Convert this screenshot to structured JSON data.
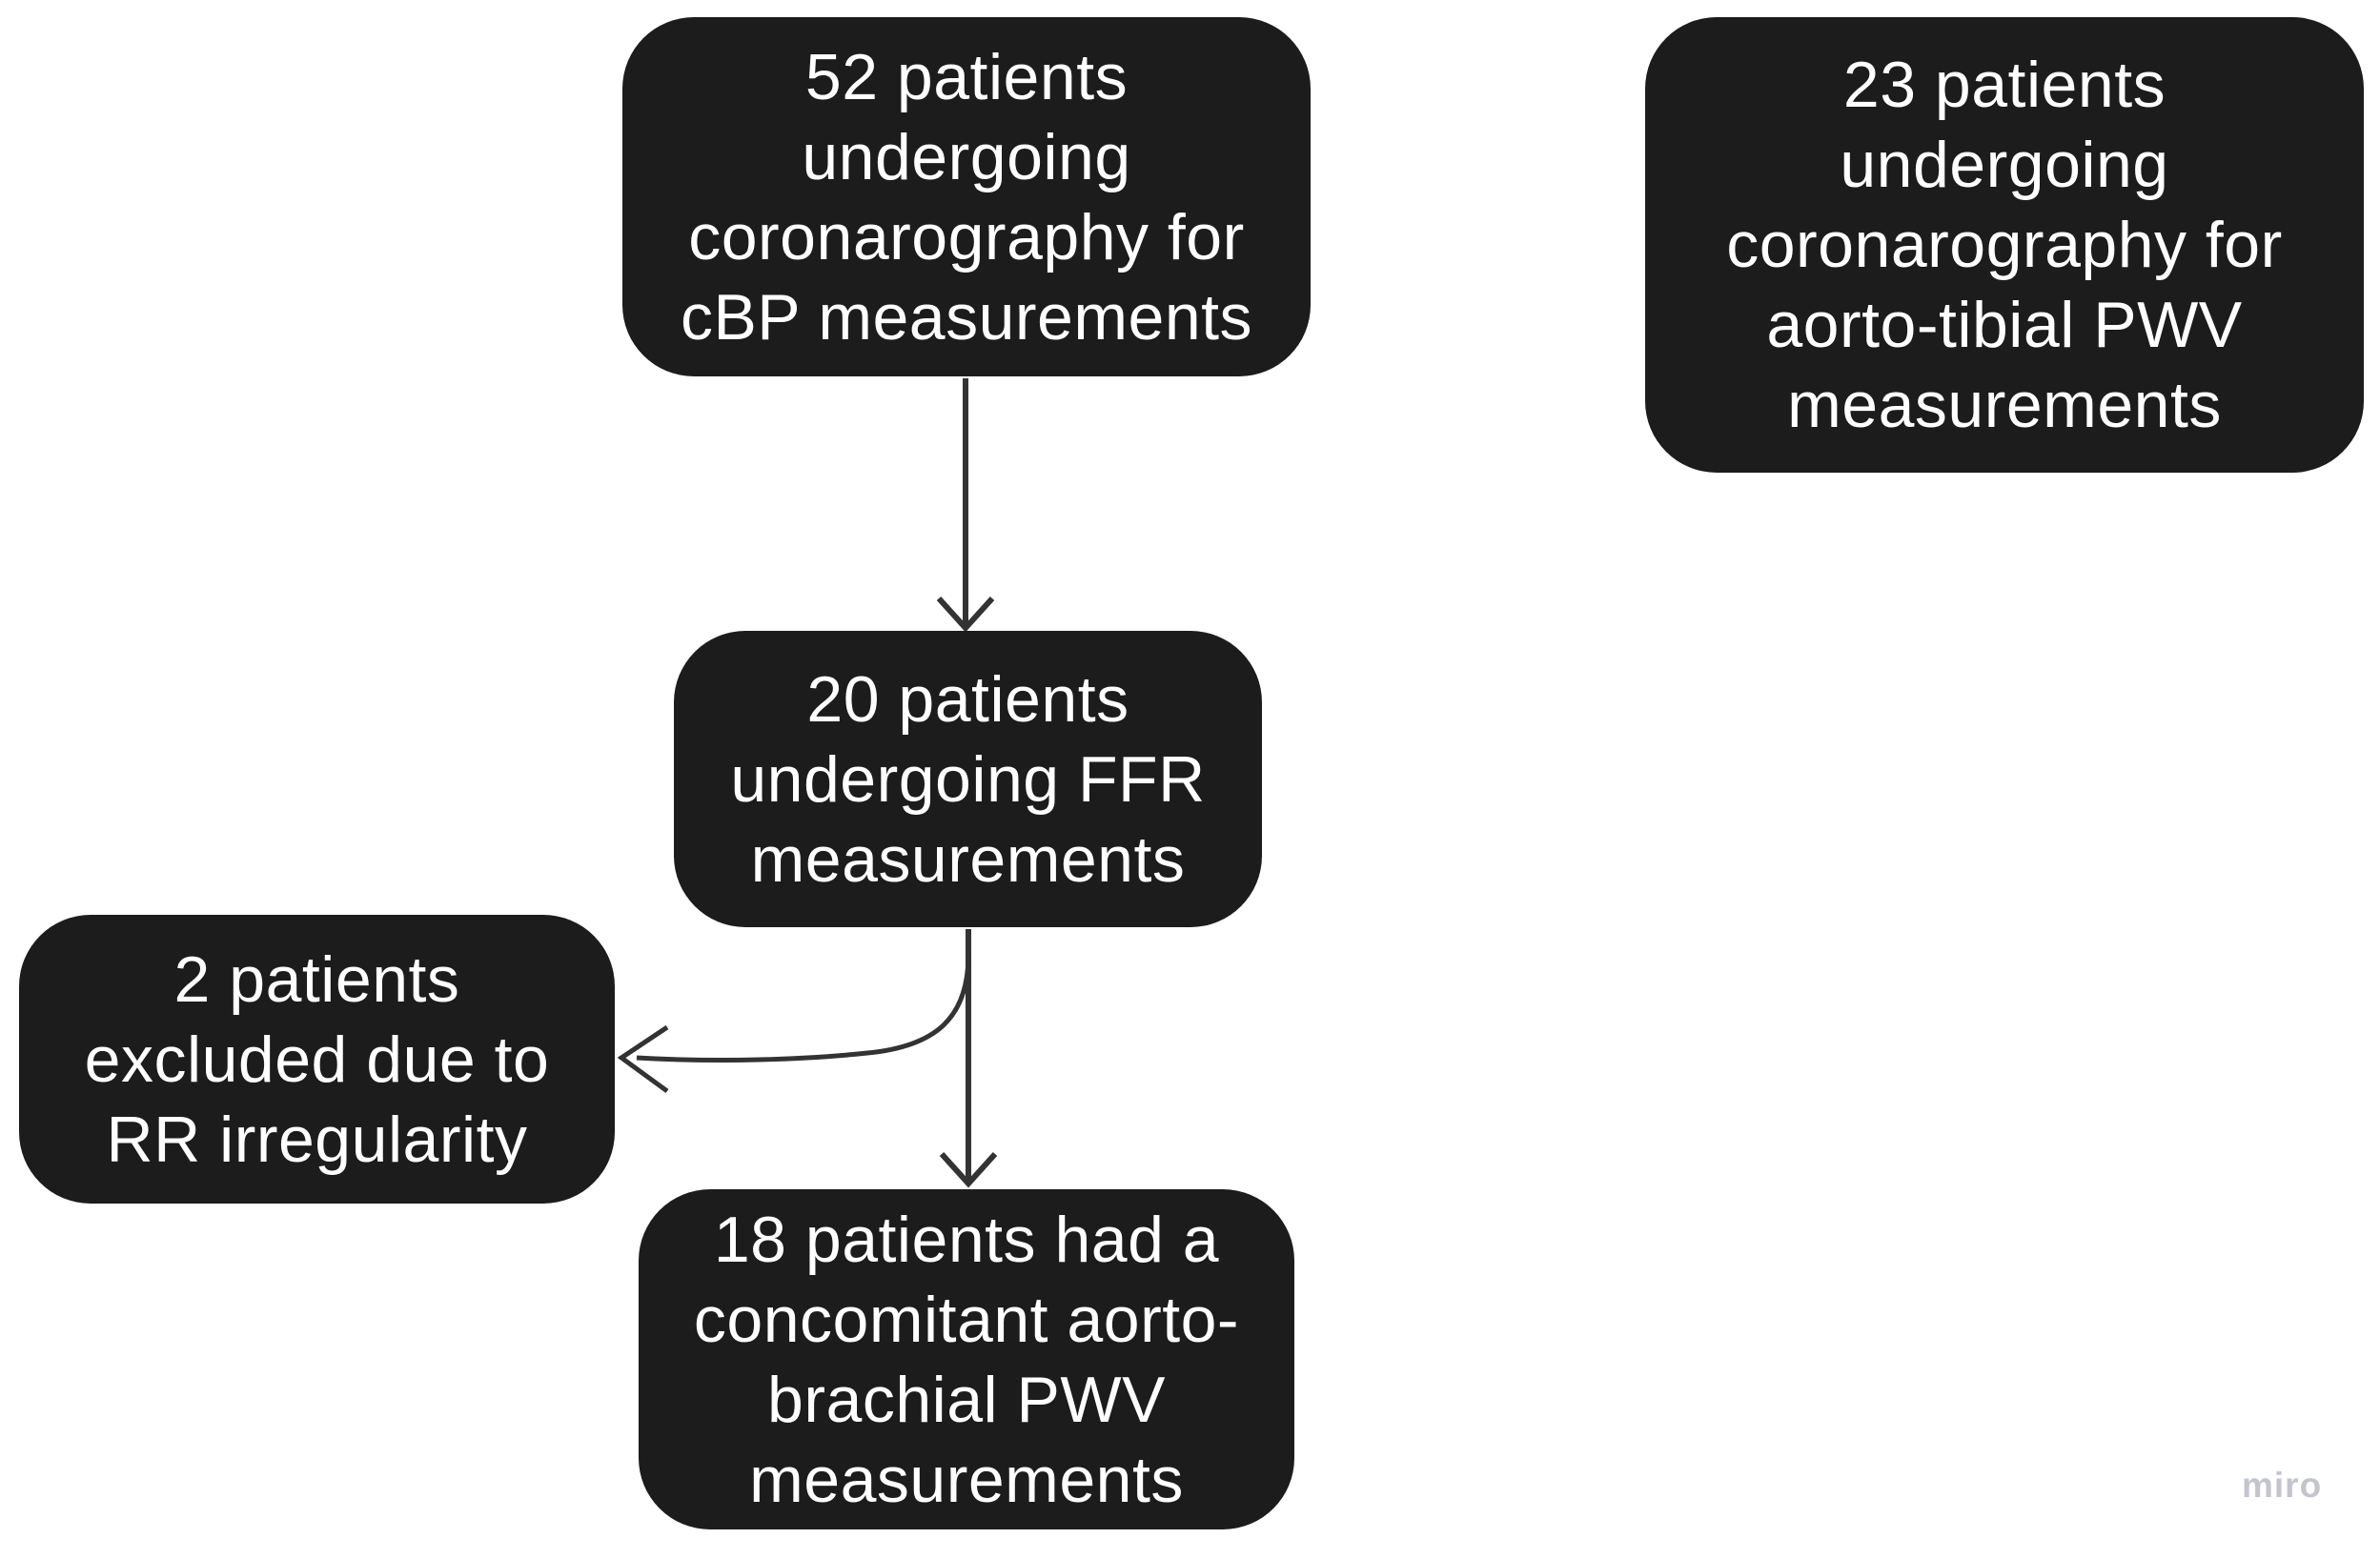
{
  "diagram": {
    "type": "flowchart",
    "nodes": {
      "n52": {
        "label": "52 patients\nundergoing\ncoronarography for\ncBP measurements"
      },
      "n23": {
        "label": "23 patients\nundergoing\ncoronarography for\naorto-tibial PWV\nmeasurements"
      },
      "n20": {
        "label": "20 patients\nundergoing FFR\nmeasurements"
      },
      "n2": {
        "label": "2 patients\nexcluded due to\nRR irregularity"
      },
      "n18": {
        "label": "18 patients had a\nconcomitant aorto-\nbrachial PWV\nmeasurements"
      }
    },
    "connectors": [
      {
        "from": "52 patients undergoing coronarography for cBP measurements",
        "to": "20 patients undergoing FFR measurements",
        "style": "straight-down-arrow"
      },
      {
        "from": "20 patients undergoing FFR measurements",
        "to": "18 patients had a concomitant aorto-brachial PWV measurements",
        "style": "straight-down-arrow"
      },
      {
        "from": "20 patients undergoing FFR measurements",
        "to": "2 patients excluded due to RR irregularity",
        "style": "curved-left-arrow"
      }
    ],
    "watermark": "miro",
    "colors": {
      "background": "#ffffff",
      "node_fill": "#1c1c1c",
      "node_text": "#ffffff",
      "arrow": "#333333",
      "watermark": "#c3c4cd"
    }
  }
}
